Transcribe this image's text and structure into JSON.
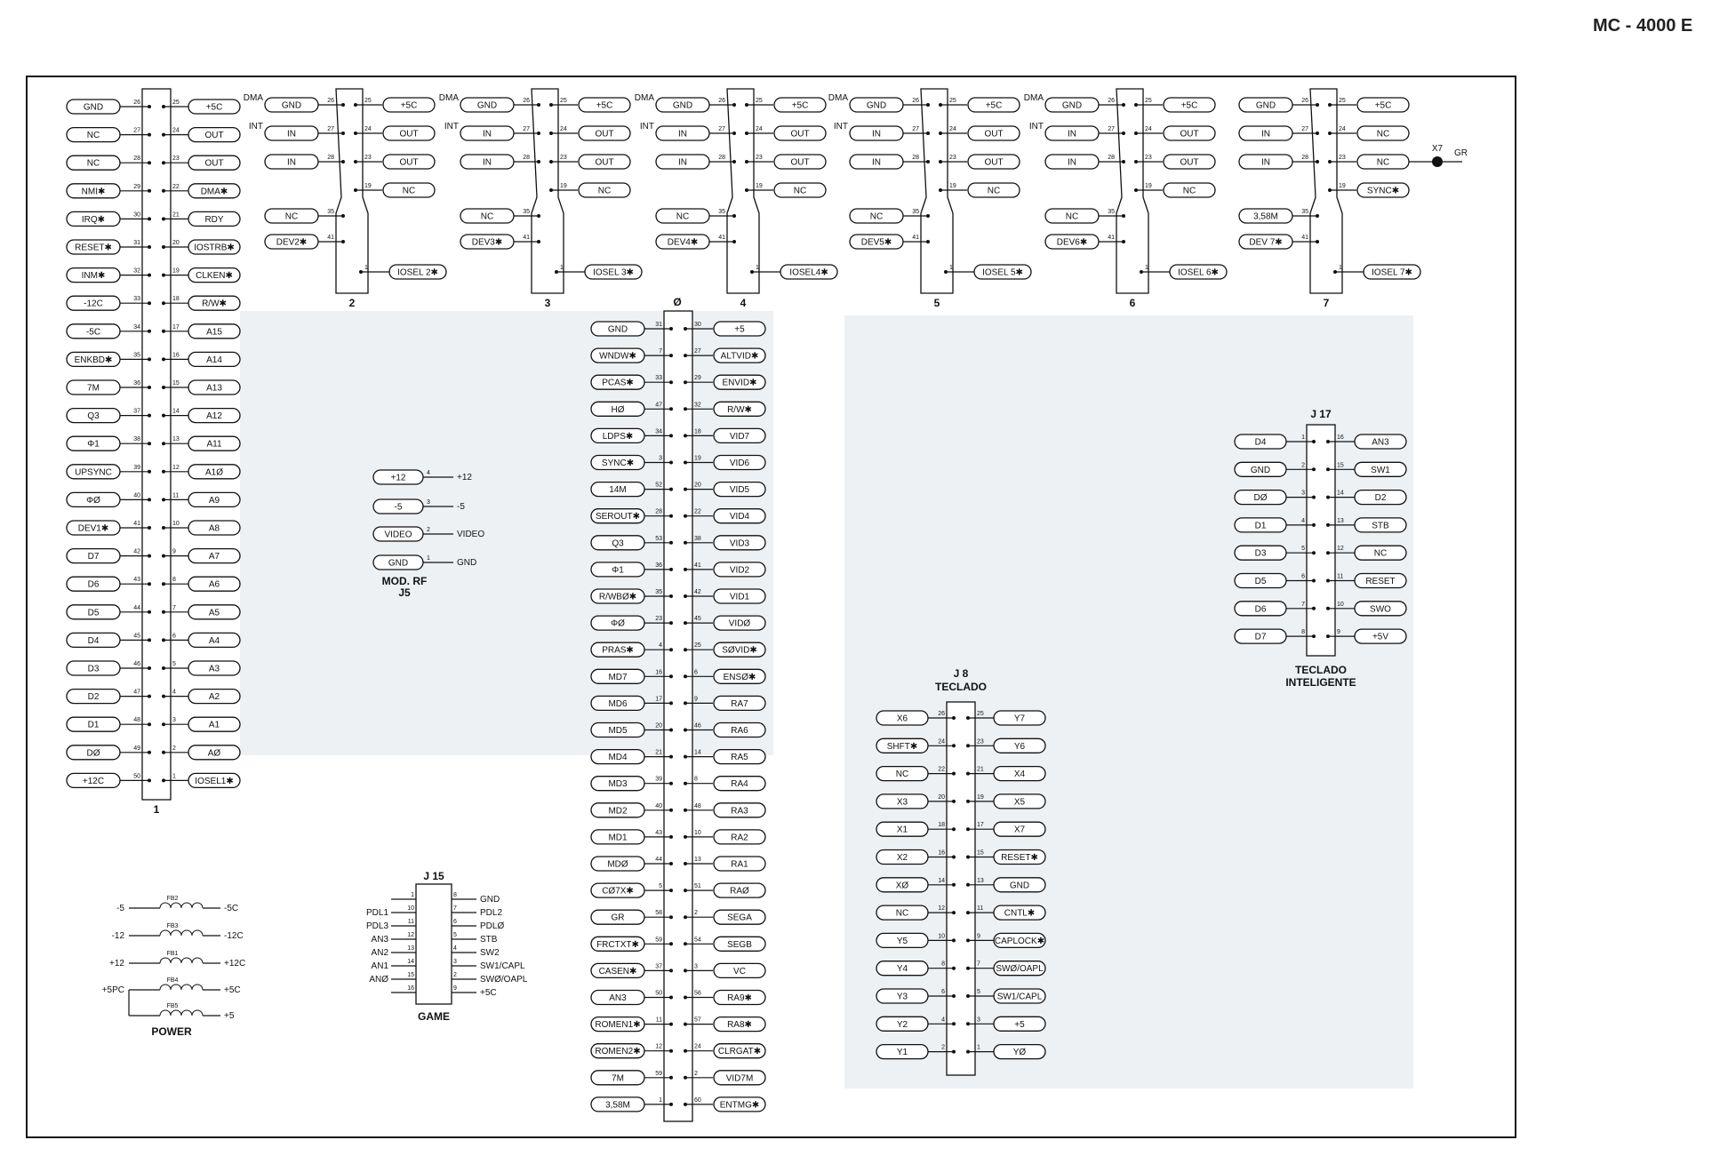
{
  "title": "MC - 4000 E",
  "slot1": {
    "label": "1",
    "rows": [
      {
        "l": "GND",
        "lp": "26",
        "rp": "25",
        "r": "+5C"
      },
      {
        "l": "NC",
        "lp": "27",
        "rp": "24",
        "r": "OUT"
      },
      {
        "l": "NC",
        "lp": "28",
        "rp": "23",
        "r": "OUT"
      },
      {
        "l": "NMI✱",
        "lp": "29",
        "rp": "22",
        "r": "DMA✱"
      },
      {
        "l": "IRQ✱",
        "lp": "30",
        "rp": "21",
        "r": "RDY"
      },
      {
        "l": "RESET✱",
        "lp": "31",
        "rp": "20",
        "r": "IOSTRB✱"
      },
      {
        "l": "INM✱",
        "lp": "32",
        "rp": "19",
        "r": "CLKEN✱"
      },
      {
        "l": "-12C",
        "lp": "33",
        "rp": "18",
        "r": "R/W✱"
      },
      {
        "l": "-5C",
        "lp": "34",
        "rp": "17",
        "r": "A15"
      },
      {
        "l": "ENKBD✱",
        "lp": "35",
        "rp": "16",
        "r": "A14"
      },
      {
        "l": "7M",
        "lp": "36",
        "rp": "15",
        "r": "A13"
      },
      {
        "l": "Q3",
        "lp": "37",
        "rp": "14",
        "r": "A12"
      },
      {
        "l": "Φ1",
        "lp": "38",
        "rp": "13",
        "r": "A11"
      },
      {
        "l": "UPSYNC",
        "lp": "39",
        "rp": "12",
        "r": "A1Ø"
      },
      {
        "l": "ΦØ",
        "lp": "40",
        "rp": "11",
        "r": "A9"
      },
      {
        "l": "DEV1✱",
        "lp": "41",
        "rp": "10",
        "r": "A8"
      },
      {
        "l": "D7",
        "lp": "42",
        "rp": "9",
        "r": "A7"
      },
      {
        "l": "D6",
        "lp": "43",
        "rp": "8",
        "r": "A6"
      },
      {
        "l": "D5",
        "lp": "44",
        "rp": "7",
        "r": "A5"
      },
      {
        "l": "D4",
        "lp": "45",
        "rp": "6",
        "r": "A4"
      },
      {
        "l": "D3",
        "lp": "46",
        "rp": "5",
        "r": "A3"
      },
      {
        "l": "D2",
        "lp": "47",
        "rp": "4",
        "r": "A2"
      },
      {
        "l": "D1",
        "lp": "48",
        "rp": "3",
        "r": "A1"
      },
      {
        "l": "DØ",
        "lp": "49",
        "rp": "2",
        "r": "AØ"
      },
      {
        "l": "+12C",
        "lp": "50",
        "rp": "1",
        "r": "IOSEL1✱"
      }
    ]
  },
  "slots": [
    {
      "label": "2",
      "top": [
        "GND",
        "IN",
        "IN"
      ],
      "topr": [
        "+5C",
        "OUT",
        "OUT",
        "NC"
      ],
      "lower": [
        "NC",
        "DEV2✱"
      ],
      "iosel": "IOSEL 2✱",
      "dma": "DMA",
      "int": "INT"
    },
    {
      "label": "3",
      "top": [
        "GND",
        "IN",
        "IN"
      ],
      "topr": [
        "+5C",
        "OUT",
        "OUT",
        "NC"
      ],
      "lower": [
        "NC",
        "DEV3✱"
      ],
      "iosel": "IOSEL 3✱",
      "dma": "DMA",
      "int": "INT"
    },
    {
      "label": "4",
      "top": [
        "GND",
        "IN",
        "IN"
      ],
      "topr": [
        "+5C",
        "OUT",
        "OUT",
        "NC"
      ],
      "lower": [
        "NC",
        "DEV4✱"
      ],
      "iosel": "IOSEL4✱",
      "dma": "DMA",
      "int": "INT"
    },
    {
      "label": "5",
      "top": [
        "GND",
        "IN",
        "IN"
      ],
      "topr": [
        "+5C",
        "OUT",
        "OUT",
        "NC"
      ],
      "lower": [
        "NC",
        "DEV5✱"
      ],
      "iosel": "IOSEL 5✱",
      "dma": "DMA",
      "int": "INT"
    },
    {
      "label": "6",
      "top": [
        "GND",
        "IN",
        "IN"
      ],
      "topr": [
        "+5C",
        "OUT",
        "OUT",
        "NC"
      ],
      "lower": [
        "NC",
        "DEV6✱"
      ],
      "iosel": "IOSEL 6✱",
      "dma": "DMA",
      "int": "INT"
    },
    {
      "label": "7",
      "top": [
        "GND",
        "IN",
        "IN"
      ],
      "topr": [
        "+5C",
        "NC",
        "NC",
        "SYNC✱"
      ],
      "lower": [
        "3,58M",
        "DEV 7✱"
      ],
      "iosel": "IOSEL 7✱",
      "dma": "",
      "int": ""
    }
  ],
  "slot_pins": {
    "left": [
      "26",
      "27",
      "28"
    ],
    "right": [
      "25",
      "24",
      "23",
      "19"
    ],
    "lower": [
      "35",
      "41"
    ],
    "io": "1"
  },
  "x7": {
    "label": "X7",
    "gr": "GR"
  },
  "slot0": {
    "label": "Ø",
    "rows": [
      {
        "l": "GND",
        "lp": "31",
        "rp": "30",
        "r": "+5"
      },
      {
        "l": "WNDW✱",
        "lp": "7",
        "rp": "27",
        "r": "ALTVID✱"
      },
      {
        "l": "PCAS✱",
        "lp": "33",
        "rp": "29",
        "r": "ENVID✱"
      },
      {
        "l": "HØ",
        "lp": "47",
        "rp": "32",
        "r": "R/W✱"
      },
      {
        "l": "LDPS✱",
        "lp": "34",
        "rp": "18",
        "r": "VID7"
      },
      {
        "l": "SYNC✱",
        "lp": "3",
        "rp": "19",
        "r": "VID6"
      },
      {
        "l": "14M",
        "lp": "52",
        "rp": "20",
        "r": "VID5"
      },
      {
        "l": "SEROUT✱",
        "lp": "28",
        "rp": "22",
        "r": "VID4"
      },
      {
        "l": "Q3",
        "lp": "53",
        "rp": "38",
        "r": "VID3"
      },
      {
        "l": "Φ1",
        "lp": "36",
        "rp": "41",
        "r": "VID2"
      },
      {
        "l": "R/WBØ✱",
        "lp": "35",
        "rp": "42",
        "r": "VID1"
      },
      {
        "l": "ΦØ",
        "lp": "23",
        "rp": "45",
        "r": "VIDØ"
      },
      {
        "l": "PRAS✱",
        "lp": "4",
        "rp": "25",
        "r": "SØVID✱"
      },
      {
        "l": "MD7",
        "lp": "16",
        "rp": "6",
        "r": "ENSØ✱"
      },
      {
        "l": "MD6",
        "lp": "17",
        "rp": "9",
        "r": "RA7"
      },
      {
        "l": "MD5",
        "lp": "20",
        "rp": "46",
        "r": "RA6"
      },
      {
        "l": "MD4",
        "lp": "21",
        "rp": "14",
        "r": "RA5"
      },
      {
        "l": "MD3",
        "lp": "39",
        "rp": "8",
        "r": "RA4"
      },
      {
        "l": "MD2",
        "lp": "40",
        "rp": "48",
        "r": "RA3"
      },
      {
        "l": "MD1",
        "lp": "43",
        "rp": "10",
        "r": "RA2"
      },
      {
        "l": "MDØ",
        "lp": "44",
        "rp": "13",
        "r": "RA1"
      },
      {
        "l": "CØ7X✱",
        "lp": "5",
        "rp": "51",
        "r": "RAØ"
      },
      {
        "l": "GR",
        "lp": "58",
        "rp": "2",
        "r": "SEGA"
      },
      {
        "l": "FRCTXT✱",
        "lp": "59",
        "rp": "54",
        "r": "SEGB"
      },
      {
        "l": "CASEN✱",
        "lp": "37",
        "rp": "3",
        "r": "VC"
      },
      {
        "l": "AN3",
        "lp": "50",
        "rp": "56",
        "r": "RA9✱"
      },
      {
        "l": "ROMEN1✱",
        "lp": "11",
        "rp": "57",
        "r": "RA8✱"
      },
      {
        "l": "ROMEN2✱",
        "lp": "12",
        "rp": "24",
        "r": "CLRGAT✱"
      },
      {
        "l": "7M",
        "lp": "59",
        "rp": "2",
        "r": "VID7M"
      },
      {
        "l": "3,58M",
        "lp": "1",
        "rp": "60",
        "r": "ENTMG✱"
      }
    ]
  },
  "j5": {
    "caption1": "MOD. RF",
    "caption2": "J5",
    "rows": [
      {
        "l": "+12",
        "p": "4",
        "r": "+12"
      },
      {
        "l": "-5",
        "p": "3",
        "r": "-5"
      },
      {
        "l": "VIDEO",
        "p": "2",
        "r": "VIDEO"
      },
      {
        "l": "GND",
        "p": "1",
        "r": "GND"
      }
    ]
  },
  "j15": {
    "caption": "J 15",
    "footer": "GAME",
    "left": [
      {
        "l": "",
        "p": "1"
      },
      {
        "l": "PDL1",
        "p": "10"
      },
      {
        "l": "PDL3",
        "p": "11"
      },
      {
        "l": "AN3",
        "p": "12"
      },
      {
        "l": "AN2",
        "p": "13"
      },
      {
        "l": "AN1",
        "p": "14"
      },
      {
        "l": "ANØ",
        "p": "15"
      },
      {
        "l": "",
        "p": "16"
      }
    ],
    "right": [
      {
        "r": "GND",
        "p": "8"
      },
      {
        "r": "PDL2",
        "p": "7"
      },
      {
        "r": "PDLØ",
        "p": "6"
      },
      {
        "r": "STB",
        "p": "5"
      },
      {
        "r": "SW2",
        "p": "4"
      },
      {
        "r": "SW1/CAPL",
        "p": "3"
      },
      {
        "r": "SWØ/OAPL",
        "p": "2"
      },
      {
        "r": "+5C",
        "p": "9"
      }
    ]
  },
  "power": {
    "caption": "POWER",
    "rows": [
      {
        "l": "-5",
        "fb": "FB2",
        "r": "-5C"
      },
      {
        "l": "-12",
        "fb": "FB3",
        "r": "-12C"
      },
      {
        "l": "+12",
        "fb": "FB1",
        "r": "+12C"
      },
      {
        "l": "+5PC",
        "fb": "FB4",
        "r": "+5C"
      },
      {
        "l": "",
        "fb": "FB5",
        "r": "+5"
      }
    ]
  },
  "j8": {
    "caption1": "J 8",
    "caption2": "TECLADO",
    "rows": [
      {
        "l": "X6",
        "lp": "26",
        "rp": "25",
        "r": "Y7"
      },
      {
        "l": "SHFT✱",
        "lp": "24",
        "rp": "23",
        "r": "Y6"
      },
      {
        "l": "NC",
        "lp": "22",
        "rp": "21",
        "r": "X4"
      },
      {
        "l": "X3",
        "lp": "20",
        "rp": "19",
        "r": "X5"
      },
      {
        "l": "X1",
        "lp": "18",
        "rp": "17",
        "r": "X7"
      },
      {
        "l": "X2",
        "lp": "16",
        "rp": "15",
        "r": "RESET✱"
      },
      {
        "l": "XØ",
        "lp": "14",
        "rp": "13",
        "r": "GND"
      },
      {
        "l": "NC",
        "lp": "12",
        "rp": "11",
        "r": "CNTL✱"
      },
      {
        "l": "Y5",
        "lp": "10",
        "rp": "9",
        "r": "CAPLOCK✱"
      },
      {
        "l": "Y4",
        "lp": "8",
        "rp": "7",
        "r": "SWØ/OAPL"
      },
      {
        "l": "Y3",
        "lp": "6",
        "rp": "5",
        "r": "SW1/CAPL"
      },
      {
        "l": "Y2",
        "lp": "4",
        "rp": "3",
        "r": "+5"
      },
      {
        "l": "Y1",
        "lp": "2",
        "rp": "1",
        "r": "YØ"
      }
    ]
  },
  "j17": {
    "caption1": "J 17",
    "caption2": "TECLADO",
    "caption3": "INTELIGENTE",
    "rows": [
      {
        "l": "D4",
        "lp": "1",
        "rp": "16",
        "r": "AN3"
      },
      {
        "l": "GND",
        "lp": "2",
        "rp": "15",
        "r": "SW1"
      },
      {
        "l": "DØ",
        "lp": "3",
        "rp": "14",
        "r": "D2"
      },
      {
        "l": "D1",
        "lp": "4",
        "rp": "13",
        "r": "STB"
      },
      {
        "l": "D3",
        "lp": "5",
        "rp": "12",
        "r": "NC"
      },
      {
        "l": "D5",
        "lp": "6",
        "rp": "11",
        "r": "RESET"
      },
      {
        "l": "D6",
        "lp": "7",
        "rp": "10",
        "r": "SWO"
      },
      {
        "l": "D7",
        "lp": "8",
        "rp": "9",
        "r": "+5V"
      }
    ]
  }
}
